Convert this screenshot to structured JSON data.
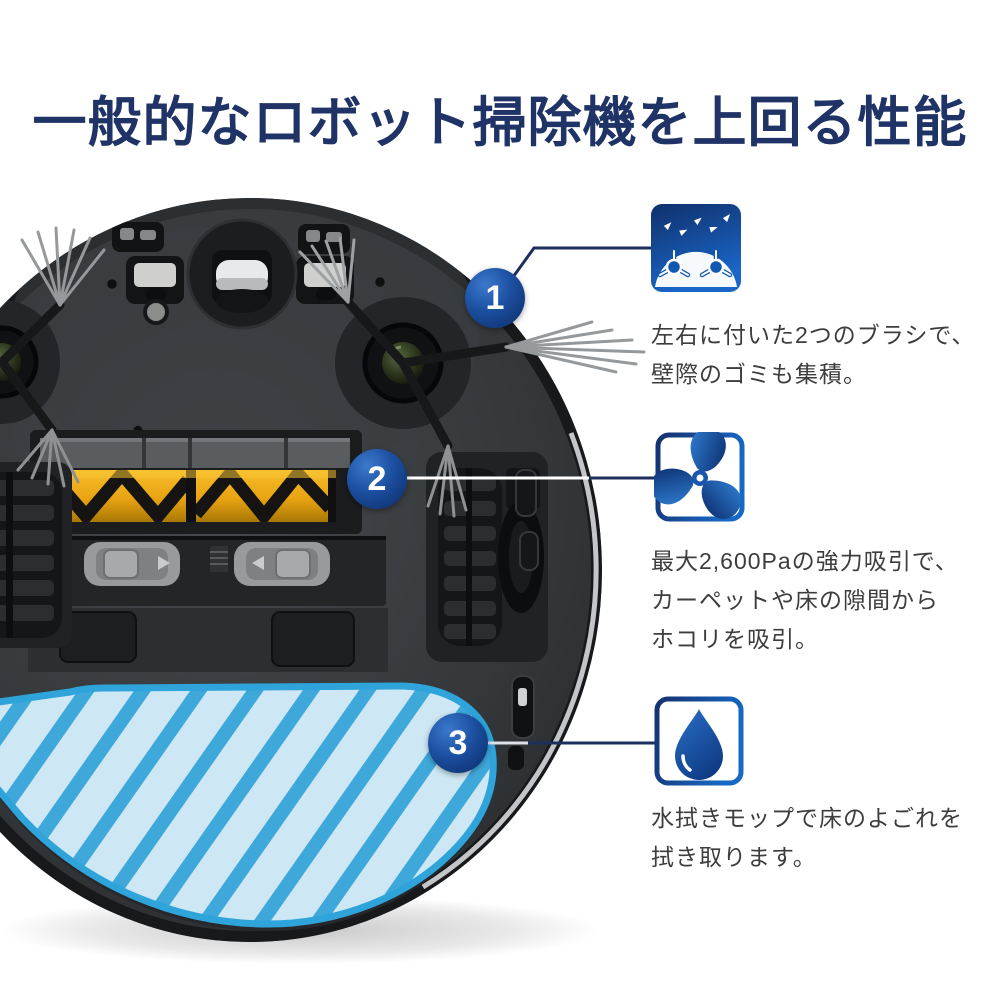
{
  "title": {
    "text": "一般的なロボット掃除機を上回る性能"
  },
  "features": [
    {
      "number": "1",
      "icon": "side-brushes-icon",
      "lines": [
        "左右に付いた2つのブラシで、",
        "壁際のゴミも集積。"
      ]
    },
    {
      "number": "2",
      "icon": "suction-fan-icon",
      "lines": [
        "最大2,600Paの強力吸引で、",
        "カーペットや床の隙間から",
        "ホコリを吸引。"
      ]
    },
    {
      "number": "3",
      "icon": "water-drop-icon",
      "lines": [
        "水拭きモップで床のよごれを",
        "拭き取ります。"
      ]
    }
  ],
  "colors": {
    "title_navy": "#203366",
    "connector_navy": "#1c2f5d",
    "badge_blue": "#0d3078",
    "icon_blue": "#1a55ae",
    "mop_blue": "#3fa8da",
    "mop_light": "#cde7f4",
    "brush_yellow": "#e9a312",
    "body_charcoal": "#35383b"
  }
}
